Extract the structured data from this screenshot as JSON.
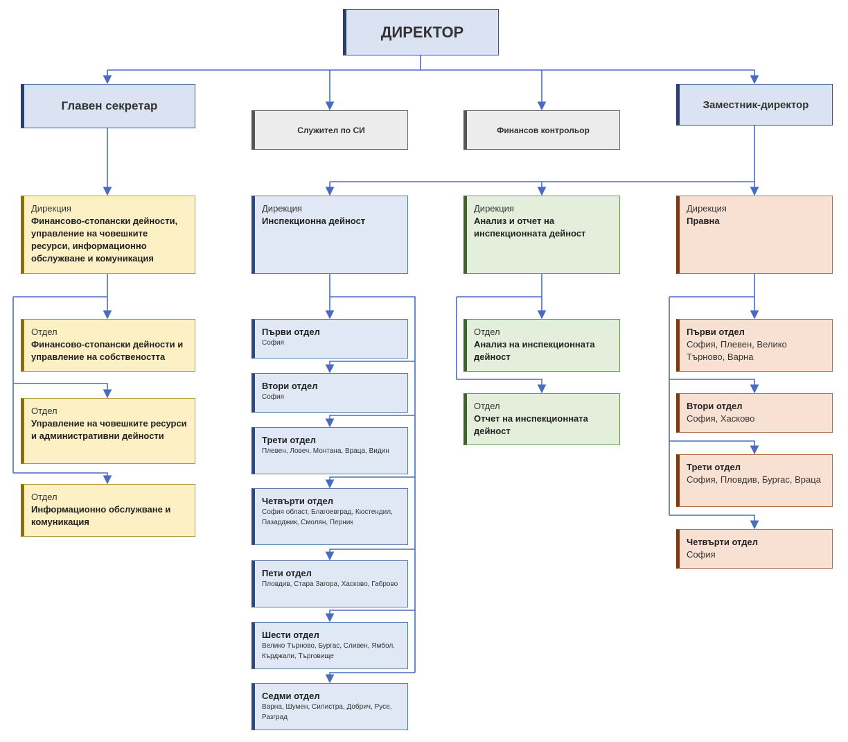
{
  "top": {
    "director": "ДИРЕКТОР",
    "chief_secretary": "Главен секретар",
    "si_officer": "Служител по СИ",
    "financial_controller": "Финансов контрольор",
    "deputy_director": "Заместник-директор"
  },
  "directorates": [
    {
      "kind": "Дирекция",
      "name": "Финансово-стопански дейности, управление на човешките ресурси, информационно обслужване и комуникация"
    },
    {
      "kind": "Дирекция",
      "name": "Инспекционна дейност"
    },
    {
      "kind": "Дирекция",
      "name": "Анализ и отчет на инспекционната дейност"
    },
    {
      "kind": "Дирекция",
      "name": "Правна"
    }
  ],
  "admin_departments": [
    {
      "kind": "Отдел",
      "name": "Финансово-стопански дейности и управление на собствеността"
    },
    {
      "kind": "Отдел",
      "name": "Управление на човешките ресурси и административни дейности"
    },
    {
      "kind": "Отдел",
      "name": "Информационно обслужване и комуникация"
    }
  ],
  "inspection_departments": [
    {
      "name": "Първи отдел",
      "loc": "София"
    },
    {
      "name": "Втори отдел",
      "loc": "София"
    },
    {
      "name": "Трети отдел",
      "loc": "Плевен, Ловеч, Монтана, Враца, Видин"
    },
    {
      "name": "Четвърти отдел",
      "loc": "София област, Благоевград, Кюстендил, Пазарджик, Смолян, Перник"
    },
    {
      "name": "Пети отдел",
      "loc": "Пловдив, Стара Загора, Хасково, Габрово"
    },
    {
      "name": "Шести отдел",
      "loc": "Велико Търново, Бургас, Сливен, Ямбол, Кърджали, Търговище"
    },
    {
      "name": "Седми отдел",
      "loc": "Варна, Шумен, Силистра, Добрич, Русе, Разград"
    }
  ],
  "analysis_departments": [
    {
      "kind": "Отдел",
      "name": "Анализ на инспекционната дейност"
    },
    {
      "kind": "Отдел",
      "name": "Отчет на инспекционната дейност"
    }
  ],
  "legal_departments": [
    {
      "name": "Първи отдел",
      "loc": "София, Плевен, Велико Търново, Варна"
    },
    {
      "name": "Втори отдел",
      "loc": "София, Хасково"
    },
    {
      "name": "Трети отдел",
      "loc": "София, Пловдив, Бургас, Враца"
    },
    {
      "name": "Четвърти отдел",
      "loc": "София"
    }
  ],
  "colors": {
    "connector": "#4a6cc0",
    "blue": "#dbe3f3",
    "gray": "#ececec",
    "yellow": "#fdf0c4",
    "light_blue": "#dfe8f4",
    "green": "#e3efdb",
    "peach": "#f8e1d3"
  }
}
